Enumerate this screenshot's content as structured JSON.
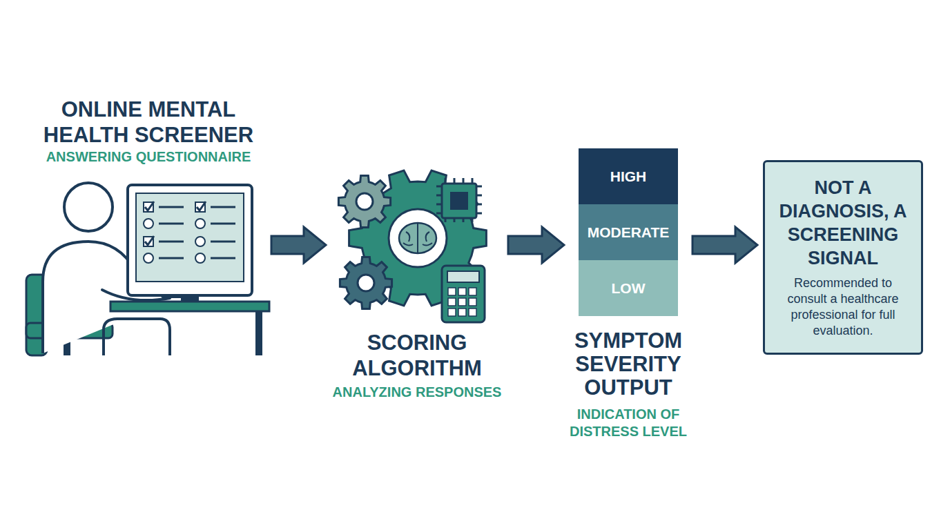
{
  "diagram": {
    "nodes": [
      {
        "text": [
          "ONLINE MENTAL HEALTH SCREENER",
          "ANSWERING QUESTIONNAIRE"
        ]
      },
      {
        "text": [
          "SCORING ALGORITHM",
          "ANALYZING RESPONSES"
        ]
      },
      {
        "text": [
          "SYMPTOM SEVERITY OUTPUT",
          "INDICATION OF DISTRESS LEVEL"
        ]
      },
      {
        "text": [
          "HIGH"
        ],
        "in": 2
      },
      {
        "text": [
          "MODERATE"
        ],
        "in": 2
      },
      {
        "text": [
          "LOW"
        ],
        "in": 2
      },
      {
        "text": [
          "NOT A DIAGNOSIS, A SCREENING SIGNAL",
          "Recommended to consult a healthcare professional for full evaluation."
        ]
      }
    ],
    "edges": [
      {
        "from": 0,
        "to": 1,
        "arrow": "to"
      },
      {
        "from": 1,
        "to": 2,
        "arrow": "to"
      },
      {
        "from": 2,
        "to": 6,
        "arrow": "to"
      }
    ]
  }
}
